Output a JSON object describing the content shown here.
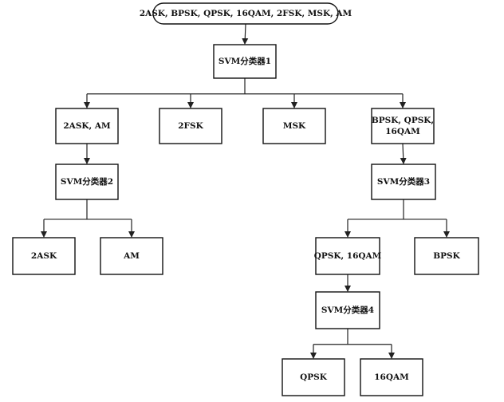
{
  "diagram": {
    "nodes": {
      "root": {
        "lines": [
          "2ASK, BPSK, QPSK, 16QAM, 2FSK, MSK, AM"
        ],
        "shape": "rounded"
      },
      "svm1": {
        "lines": [
          "SVM分类器1"
        ]
      },
      "ask_am": {
        "lines": [
          "2ASK, AM"
        ]
      },
      "fsk2": {
        "lines": [
          "2FSK"
        ]
      },
      "msk": {
        "lines": [
          "MSK"
        ]
      },
      "bpsk_qpsk_16qam": {
        "lines": [
          "BPSK, QPSK,",
          "16QAM"
        ]
      },
      "svm2": {
        "lines": [
          "SVM分类器2"
        ]
      },
      "svm3": {
        "lines": [
          "SVM分类器3"
        ]
      },
      "ask2": {
        "lines": [
          "2ASK"
        ]
      },
      "am": {
        "lines": [
          "AM"
        ]
      },
      "qpsk_16qam": {
        "lines": [
          "QPSK, 16QAM"
        ]
      },
      "bpsk": {
        "lines": [
          "BPSK"
        ]
      },
      "svm4": {
        "lines": [
          "SVM分类器4"
        ]
      },
      "qpsk": {
        "lines": [
          "QPSK"
        ]
      },
      "qam16": {
        "lines": [
          "16QAM"
        ]
      }
    },
    "edges": [
      [
        "root",
        "svm1"
      ],
      [
        "svm1",
        "ask_am"
      ],
      [
        "svm1",
        "fsk2"
      ],
      [
        "svm1",
        "msk"
      ],
      [
        "svm1",
        "bpsk_qpsk_16qam"
      ],
      [
        "ask_am",
        "svm2"
      ],
      [
        "svm2",
        "ask2"
      ],
      [
        "svm2",
        "am"
      ],
      [
        "bpsk_qpsk_16qam",
        "svm3"
      ],
      [
        "svm3",
        "qpsk_16qam"
      ],
      [
        "svm3",
        "bpsk"
      ],
      [
        "qpsk_16qam",
        "svm4"
      ],
      [
        "svm4",
        "qpsk"
      ],
      [
        "svm4",
        "qam16"
      ]
    ]
  }
}
